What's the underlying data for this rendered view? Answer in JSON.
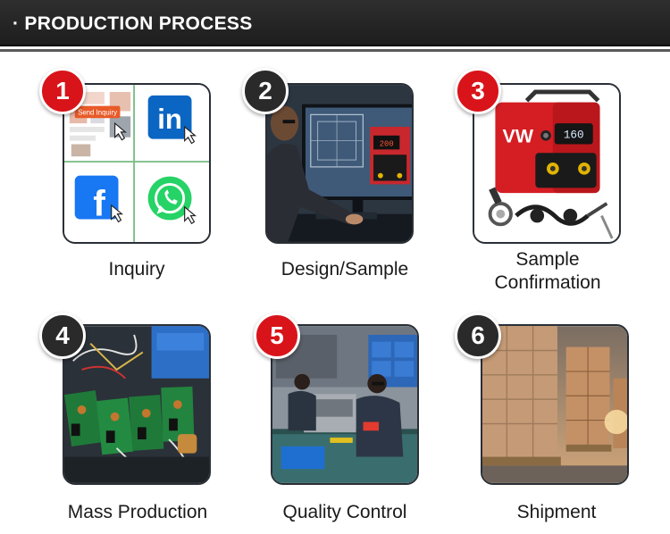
{
  "header": {
    "title": "· PRODUCTION PROCESS"
  },
  "colors": {
    "badge_red": "#d8141a",
    "badge_dark": "#2a2a2a",
    "header_bg": "#252525"
  },
  "steps": [
    {
      "number": "1",
      "label": "Inquiry",
      "badge_color": "red",
      "inquiry_text": "Send Inquiry",
      "linkedin_text": "in"
    },
    {
      "number": "2",
      "label": "Design/Sample",
      "badge_color": "dark"
    },
    {
      "number": "3",
      "label": "Sample\nConfirmation",
      "badge_color": "red",
      "display_text": "160"
    },
    {
      "number": "4",
      "label": "Mass Production",
      "badge_color": "dark"
    },
    {
      "number": "5",
      "label": "Quality Control",
      "badge_color": "red"
    },
    {
      "number": "6",
      "label": "Shipment",
      "badge_color": "dark"
    }
  ]
}
